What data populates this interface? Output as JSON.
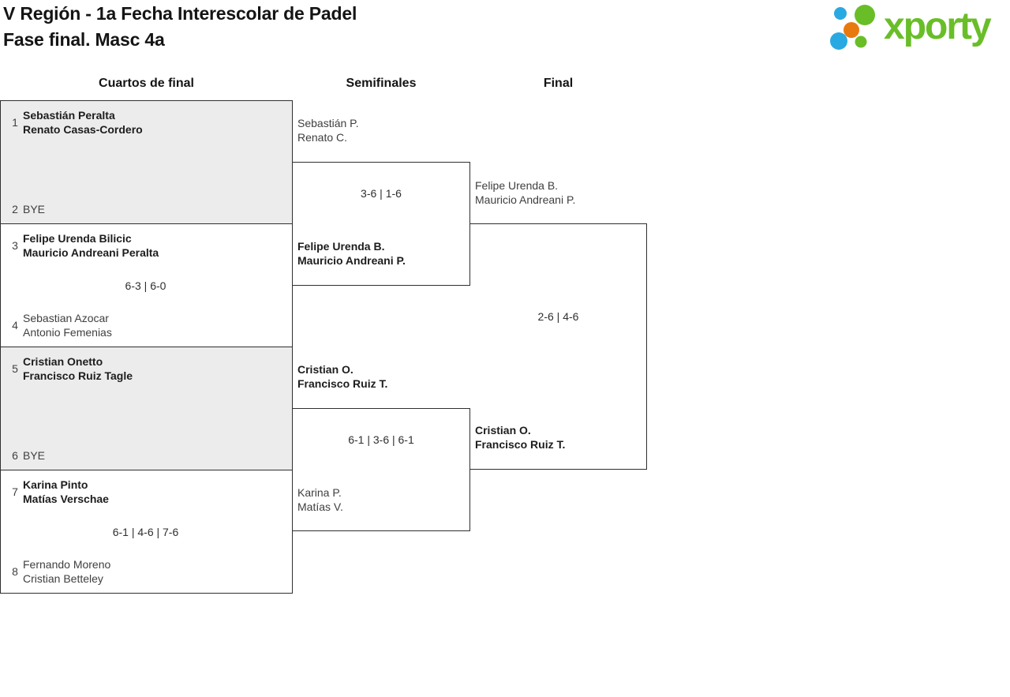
{
  "header": {
    "title_line1": "V Región - 1a Fecha Interescolar de Padel",
    "title_line2": "Fase final. Masc 4a",
    "logo_text": "xporty"
  },
  "rounds": [
    "Cuartos de final",
    "Semifinales",
    "Final"
  ],
  "colors": {
    "logo_green": "#69be28",
    "logo_blue": "#29a9e1",
    "logo_orange": "#e8790e",
    "bracket_line": "#2f2f2f",
    "shaded_box_bg": "#ececec"
  },
  "qf": [
    {
      "top": {
        "seed": "1",
        "line1": "Sebastián Peralta",
        "line2": "Renato Casas-Cordero"
      },
      "score": "",
      "bottom": {
        "seed": "2",
        "line1": "BYE",
        "line2": ""
      }
    },
    {
      "top": {
        "seed": "3",
        "line1": "Felipe Urenda Bilicic",
        "line2": "Mauricio Andreani Peralta"
      },
      "score": "6-3 | 6-0",
      "bottom": {
        "seed": "4",
        "line1": "Sebastian Azocar",
        "line2": "Antonio Femenias"
      }
    },
    {
      "top": {
        "seed": "5",
        "line1": "Cristian Onetto",
        "line2": "Francisco Ruiz Tagle"
      },
      "score": "",
      "bottom": {
        "seed": "6",
        "line1": "BYE",
        "line2": ""
      }
    },
    {
      "top": {
        "seed": "7",
        "line1": "Karina Pinto",
        "line2": "Matías Verschae"
      },
      "score": "6-1 | 4-6 | 7-6",
      "bottom": {
        "seed": "8",
        "line1": "Fernando Moreno",
        "line2": "Cristian Betteley"
      }
    }
  ],
  "sf": [
    {
      "top": {
        "line1": "Sebastián P.",
        "line2": "Renato C."
      },
      "score": "3-6 | 1-6",
      "bottom": {
        "line1": "Felipe Urenda B.",
        "line2": "Mauricio Andreani P."
      }
    },
    {
      "top": {
        "line1": "Cristian O.",
        "line2": "Francisco Ruiz T."
      },
      "score": "6-1 | 3-6 | 6-1",
      "bottom": {
        "line1": "Karina P.",
        "line2": "Matías V."
      }
    }
  ],
  "final": {
    "top": {
      "line1": "Felipe Urenda B.",
      "line2": "Mauricio Andreani P."
    },
    "score": "2-6 | 4-6",
    "bottom": {
      "line1": "Cristian O.",
      "line2": "Francisco Ruiz T."
    }
  }
}
